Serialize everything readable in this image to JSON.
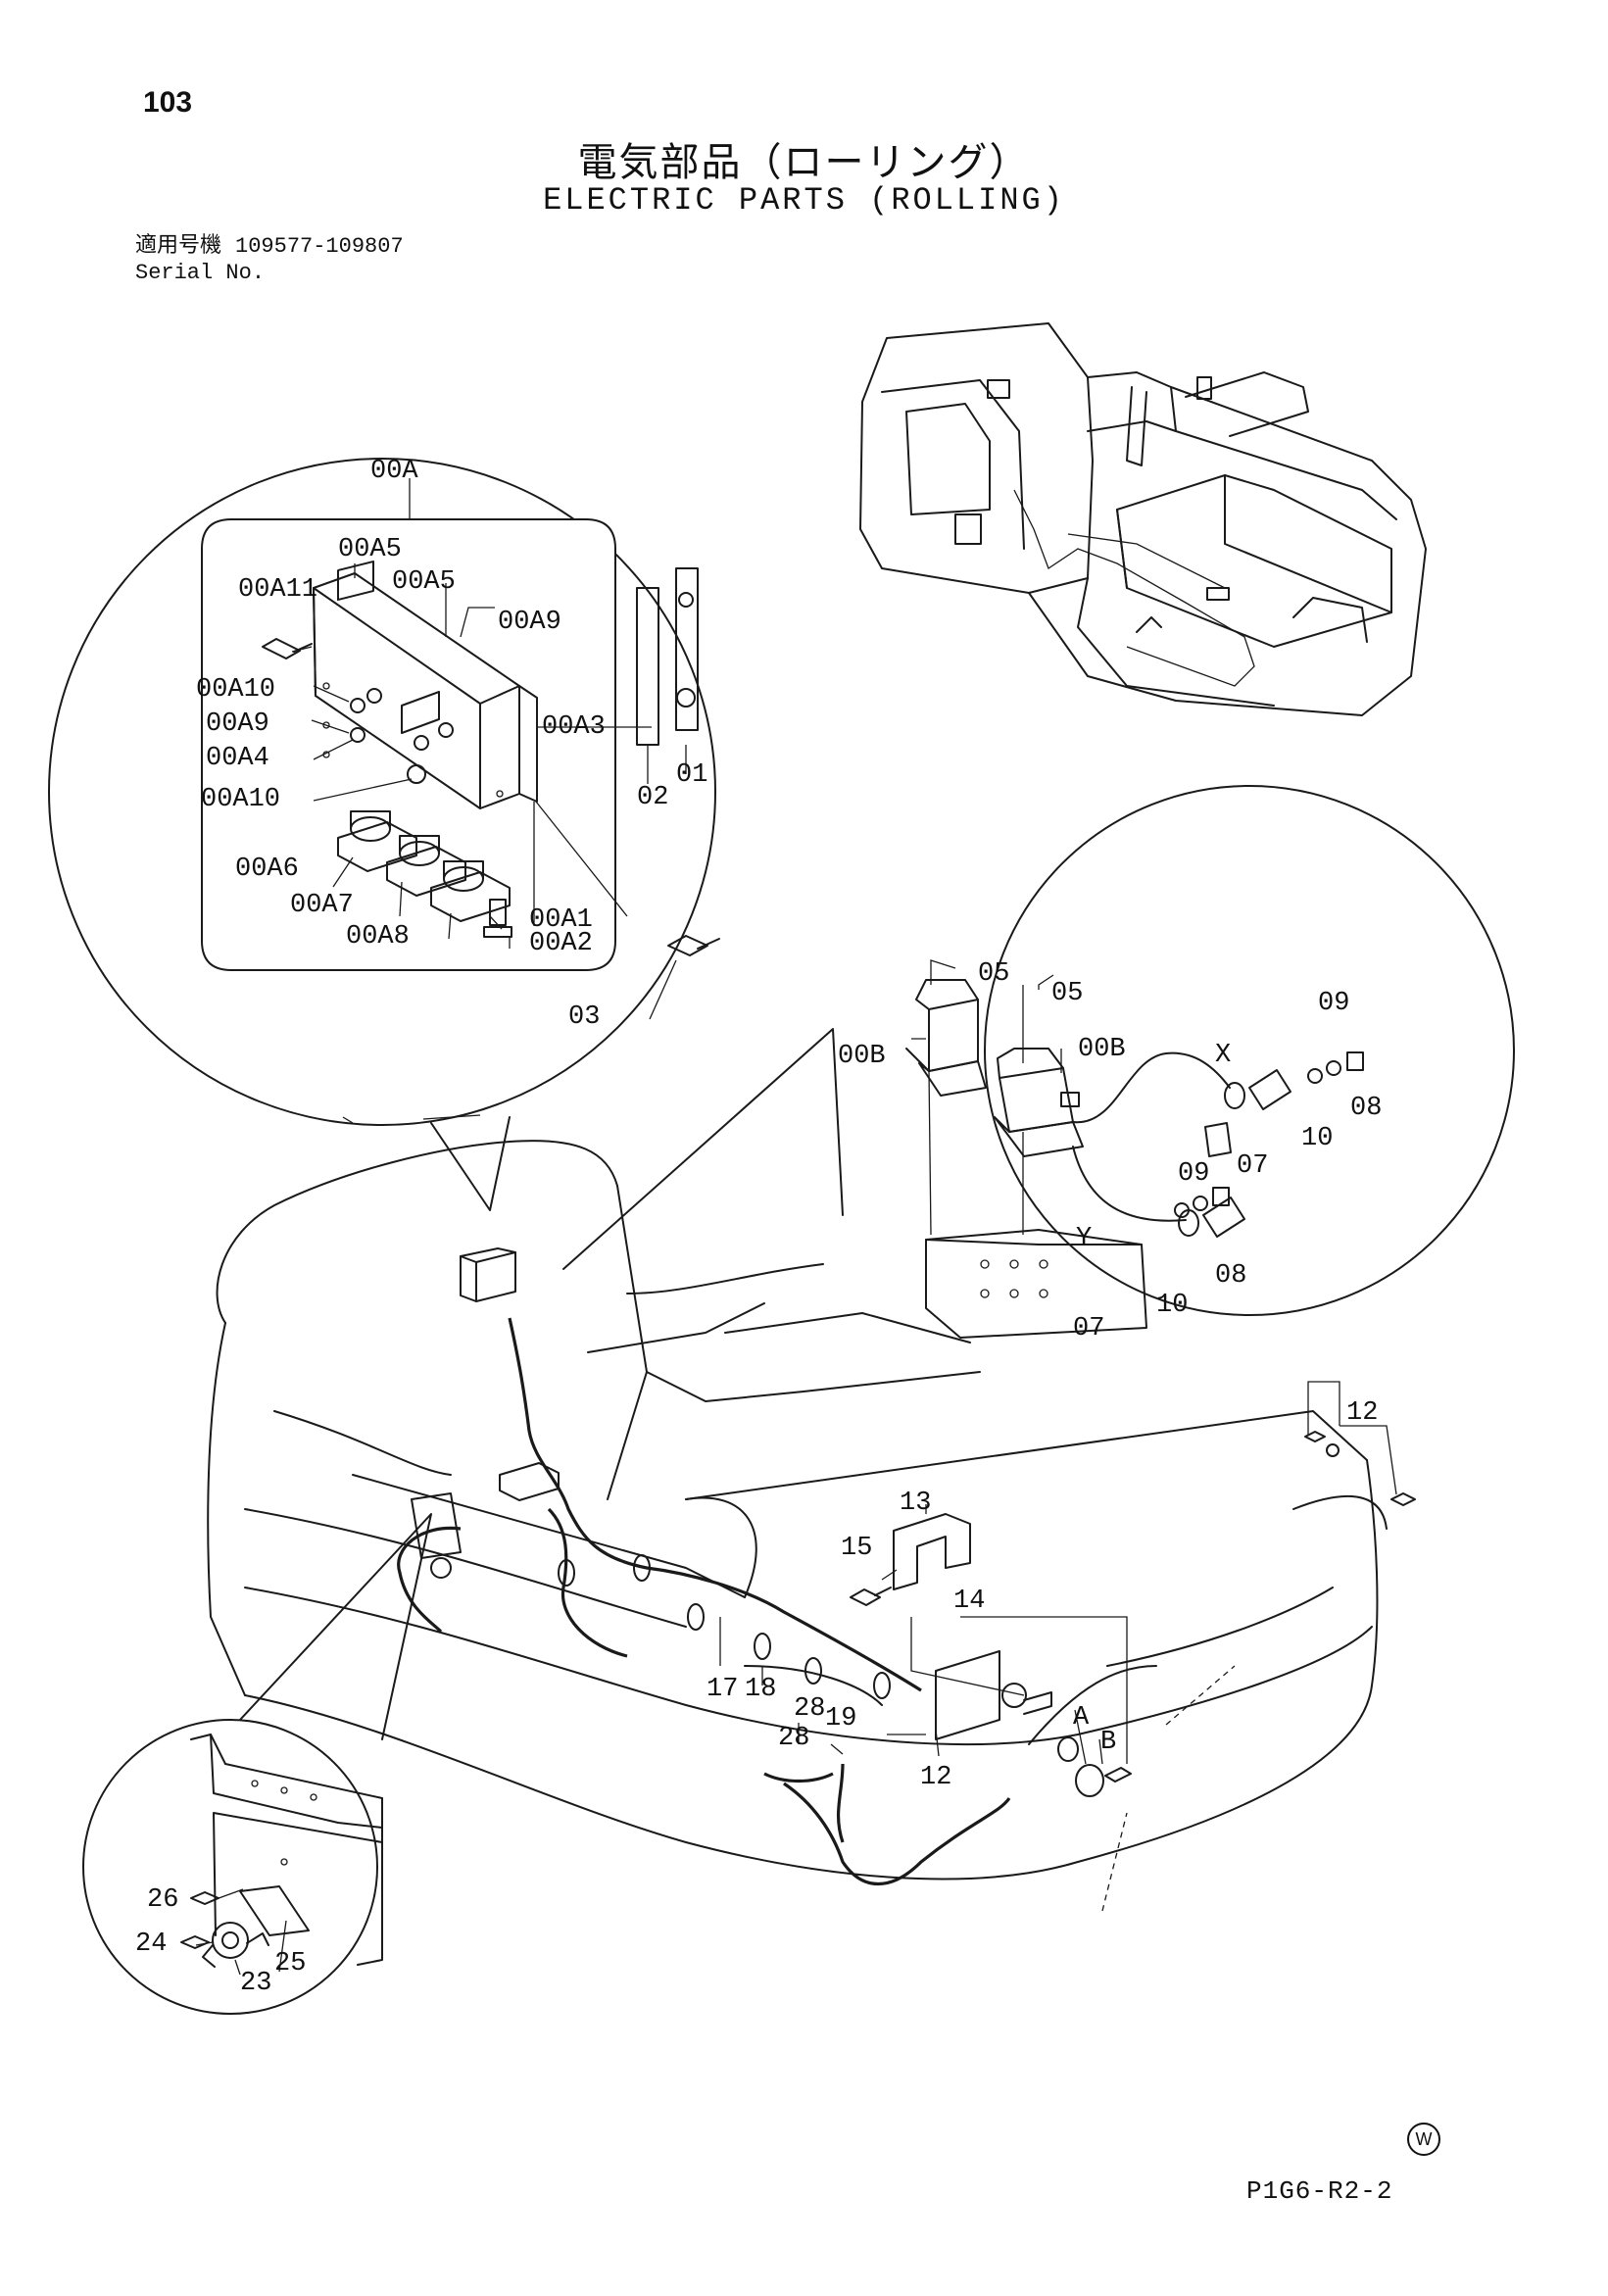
{
  "page_number": "103",
  "title": {
    "ja": "電気部品（ローリング）",
    "en": "ELECTRIC PARTS (ROLLING)"
  },
  "serial": {
    "label_ja": "適用号機",
    "range": "109577-109807",
    "label_en": "Serial No."
  },
  "callouts": {
    "panel_detail": [
      "00A",
      "00A5",
      "00A5",
      "00A11",
      "00A9",
      "00A10",
      "00A9",
      "00A4",
      "00A3",
      "00A10",
      "00A6",
      "00A7",
      "00A8",
      "00A1",
      "00A2",
      "01",
      "02",
      "03"
    ],
    "relay_detail": [
      "05",
      "05",
      "00B",
      "00B",
      "X",
      "09",
      "08",
      "10",
      "07",
      "09",
      "08",
      "10",
      "07",
      "Y"
    ],
    "machine": [
      "12",
      "13",
      "15",
      "14",
      "17",
      "18",
      "28",
      "28",
      "19",
      "A",
      "B",
      "12"
    ],
    "horn_detail": [
      "26",
      "24",
      "23",
      "25"
    ]
  },
  "footer": {
    "mark": "W",
    "code": "P1G6-R2-2"
  }
}
